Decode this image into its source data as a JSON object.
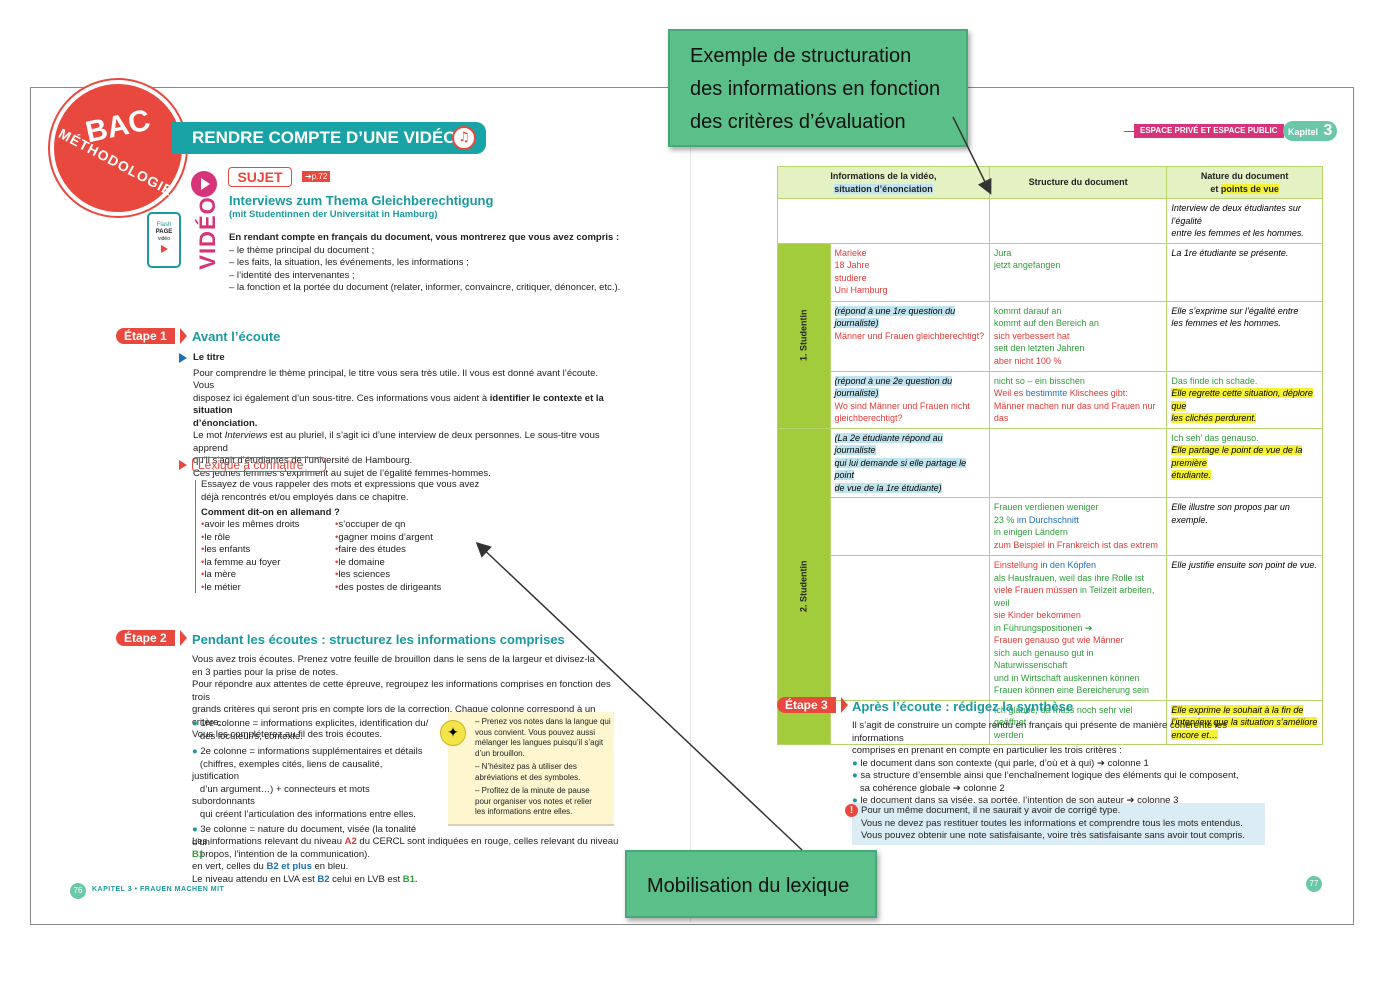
{
  "badge": {
    "line1": "BAC",
    "line2": "MÉTHODOLOGIE"
  },
  "banner": {
    "title": "RENDRE COMPTE D’UNE VIDÉO"
  },
  "header_right": {
    "tag": "ESPACE PRIVÉ ET ESPACE PUBLIC",
    "kapitel_label": "Kapitel",
    "kapitel_num": "3"
  },
  "video": {
    "label": "VIDÉO",
    "flash_line1": "Flash",
    "flash_line2": "PAGE",
    "flash_line3": "vidéo"
  },
  "sujet": {
    "label": "SUJET",
    "ref": "➔p.72",
    "title": "Interviews zum Thema Gleichberechtigung",
    "subtitle": "(mit Studentinnen der Universität in Hamburg)",
    "intro": "En rendant compte en français du document, vous montrerez que vous avez compris :",
    "bullets": [
      "– le thème principal du document ;",
      "– les faits, la situation, les événements, les informations ;",
      "– l’identité des intervenantes ;",
      "– la fonction et la portée du document (relater, informer, convaincre, critiquer, dénoncer, etc.)."
    ]
  },
  "etape1": {
    "label": "Étape 1",
    "title": "Avant l’écoute",
    "sub": "Le titre",
    "p1": "Pour comprendre le thème principal, le titre vous sera très utile. Il vous est donné avant l’écoute. Vous",
    "p2": "disposez ici également d’un sous-titre. Ces informations vous aident à",
    "p2b": "identifier le contexte et la situation",
    "p3": "d’énonciation.",
    "p4a": "Le mot",
    "p4i": "Interviews",
    "p4b": "est au pluriel, il s’agit ici d’une interview de deux personnes. Le sous-titre vous apprend",
    "p5": "qu’il s’agit d’étudiantes de l’université de Hambourg.",
    "p6": "Ces jeunes femmes s’expriment au sujet de l’égalité femmes-hommes."
  },
  "lexique": {
    "title": "Lexique à connaître",
    "p1": "Essayez de vous rappeler des mots et expressions que vous avez",
    "p2": "déjà rencontrés et/ou employés dans ce chapitre.",
    "q": "Comment dit-on en allemand ?",
    "col1": [
      "avoir les mêmes droits",
      "le rôle",
      "les enfants",
      "la femme au foyer",
      "la mère",
      "le métier"
    ],
    "col2": [
      "s’occuper de qn",
      "gagner moins d’argent",
      "faire des études",
      "le domaine",
      "les sciences",
      "des postes de dirigeants"
    ]
  },
  "etape2": {
    "label": "Étape 2",
    "title": "Pendant les écoutes : structurez les informations comprises",
    "lines": [
      "Vous avez trois écoutes. Prenez votre feuille de brouillon dans le sens de la largeur et divisez-la",
      "en 3 parties pour la prise de notes.",
      "Pour répondre aux attentes de cette épreuve, regroupez les informations comprises en fonction des trois",
      "grands critères qui seront pris en compte lors de la correction. Chaque colonne correspond à un critère.",
      "Vous les compléterez au fil des trois écoutes."
    ],
    "b1": [
      "1re colonne = informations explicites, identification du/",
      "des locuteur/s, contexte."
    ],
    "b2": [
      "2e colonne = informations supplémentaires et détails",
      "(chiffres, exemples cités, liens de causalité, justification",
      "d’un argument…) + connecteurs et mots subordonnants",
      "qui créent l’articulation des informations entre elles."
    ],
    "b3": [
      "3e colonne = nature du document, visée (la tonalité d’un",
      "propos, l’intention de la communication)."
    ],
    "tips": [
      "– Prenez vos notes dans la langue qui",
      "vous convient. Vous pouvez aussi",
      "mélanger les langues puisqu’il s’agit",
      "d’un brouillon.",
      "– N’hésitez pas à utiliser des",
      "abréviations et des symboles.",
      "– Profitez de la minute de pause",
      "pour organiser vos notes et relier",
      "les informations entre elles."
    ],
    "n1a": "Les informations relevant du niveau",
    "n1b": "A2",
    "n1c": "du CERCL sont indiquées en rouge, celles relevant du niveau",
    "n1d": "B1",
    "n2a": "en vert, celles du",
    "n2b": "B2 et plus",
    "n2c": "en bleu.",
    "n3a": "Le niveau attendu en LVA est",
    "n3b": "B2",
    "n3c": "celui en LVB est",
    "n3d": "B1."
  },
  "footer_left": {
    "page": "76",
    "text": "KAPITEL 3 • FRAUEN MACHEN MIT"
  },
  "footer_right": {
    "page": "77"
  },
  "table": {
    "h1a": "Informations de la vidéo,",
    "h1b": "situation d’énonciation",
    "h2": "Structure du document",
    "h3a": "Nature du document",
    "h3b": "et points de vue",
    "r0c3": [
      "Interview de deux étudiantes sur l’égalité",
      "entre les femmes et les hommes."
    ],
    "side1": "1. Studentin",
    "side2": "2. Studentin",
    "r1c1": [
      "Marieke",
      "18 Jahre",
      "studiere",
      "Uni Hamburg"
    ],
    "r1c2": [
      "Jura",
      "jetzt angefangen"
    ],
    "r1c3": "La 1re étudiante se présente.",
    "r2c1a": "(répond à une 1re question du journaliste)",
    "r2c1b": "Männer und Frauen gleichberechtigt?",
    "r2c2": [
      "kommt darauf an",
      "kommt auf den Bereich an"
    ],
    "r2c2r": [
      "sich verbessert hat",
      "seit den letzten Jahren",
      "aber nicht 100 %"
    ],
    "r2c3": [
      "Elle s’exprime sur l’égalité entre",
      "les femmes et les hommes."
    ],
    "r3c1a": "(répond à une 2e question du journaliste)",
    "r3c1b": [
      "Wo sind Männer und Frauen nicht",
      "gleichberechtigt?"
    ],
    "r3c2a": "nicht so – ein bisschen",
    "r3c2b": "Weil es",
    "r3c2c": "bestimmte",
    "r3c2d": "Klischees gibt:",
    "r3c2e": "Männer machen nur das und Frauen nur das",
    "r3c3a": "Das finde ich schade.",
    "r3c3b": [
      "Elle regrette cette situation, déplore que",
      "les clichés perdurent."
    ],
    "r4c1": [
      "(La 2e étudiante répond au journaliste",
      "qui lui demande si elle partage le point",
      "de vue de la 1re étudiante)"
    ],
    "r4c3a": "Ich seh’ das genauso.",
    "r4c3b": [
      "Elle partage le point de vue de la première",
      "étudiante."
    ],
    "r5c2a": "Frauen verdienen weniger",
    "r5c2b": "23 %",
    "r5c2c": "im Durchschnitt",
    "r5c2d": "in einigen Ländern",
    "r5c2e": "zum Beispiel in Frankreich ist das extrem",
    "r5c3": "Elle illustre son propos par un exemple.",
    "r6c2a": "Einstellung",
    "r6c2b": "in den Köpfen",
    "r6c2c": "als Hausfrauen, weil das ihre Rolle ist",
    "r6c2d": "viele Frauen müssen",
    "r6c2e": "in Teilzeit arbeiten, weil",
    "r6c2f": "sie Kinder bekommen",
    "r6c2g": "in Führungspositionen ➔",
    "r6c2h": "Frauen genauso gut wie Männer",
    "r6c2i": [
      "sich auch genauso gut in Naturwissenschaft",
      "und in Wirtschaft auskennen können",
      "Frauen können eine Bereicherung sein"
    ],
    "r6c3": "Elle justifie ensuite son point de vue.",
    "r7c2": [
      "Ich glaube, da muss noch sehr viel geöffnet",
      "werden"
    ],
    "r7c3": [
      "Elle exprime le souhait à la fin de",
      "l’interview que la situation s’améliore",
      "encore et…"
    ]
  },
  "etape3": {
    "label": "Étape 3",
    "title": "Après l’écoute : rédigez la synthèse",
    "p1": "Il s’agit de construire un compte rendu en français qui présente de manière cohérente les informations",
    "p2": "comprises en prenant en compte en particulier les trois critères :",
    "b1": "le document dans son contexte (qui parle, d’où et à qui) ➔ colonne 1",
    "b2a": "sa structure d’ensemble ainsi que l’enchaînement logique des éléments qui le composent,",
    "b2b": "sa cohérence globale ➔ colonne 2",
    "b3": "le document dans sa visée, sa portée, l’intention de son auteur ➔ colonne 3",
    "note": [
      "Pour un même document, il ne saurait y avoir de corrigé type.",
      "Vous ne devez pas restituer toutes les informations et comprendre tous les mots entendus.",
      "Vous pouvez obtenir une note satisfaisante, voire très satisfaisante sans avoir tout compris."
    ]
  },
  "callout_top": {
    "lines": [
      "Exemple de structuration",
      "des informations en fonction",
      "des critères d’évaluation"
    ]
  },
  "callout_bottom": {
    "text": "Mobilisation du lexique"
  }
}
